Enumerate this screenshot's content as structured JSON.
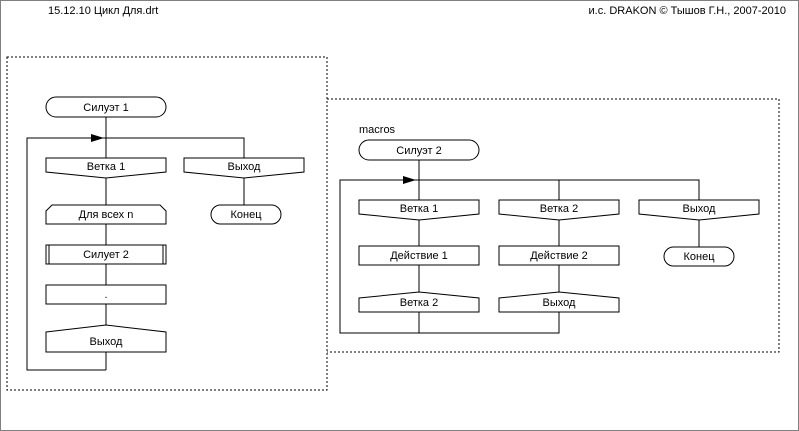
{
  "header": {
    "left": "15.12.10  Цикл Для.drt",
    "right": "и.с. DRAKON © Тышов Г.Н., 2007-2010"
  },
  "diagram1": {
    "start": "Силуэт  1",
    "branch1_head": "Ветка 1",
    "loop_for": "Для всех n",
    "insert": "Силует 2",
    "empty_action": ".",
    "branch1_address": "Выход",
    "exit_head": "Выход",
    "end": "Конец"
  },
  "diagram2": {
    "label": "macros",
    "start": "Силуэт 2",
    "branch1_head": "Ветка 1",
    "branch1_action": "Действие 1",
    "branch1_address": "Ветка 2",
    "branch2_head": "Ветка 2",
    "branch2_action": "Действие 2",
    "branch2_address": "Выход",
    "exit_head": "Выход",
    "end": "Конец"
  }
}
